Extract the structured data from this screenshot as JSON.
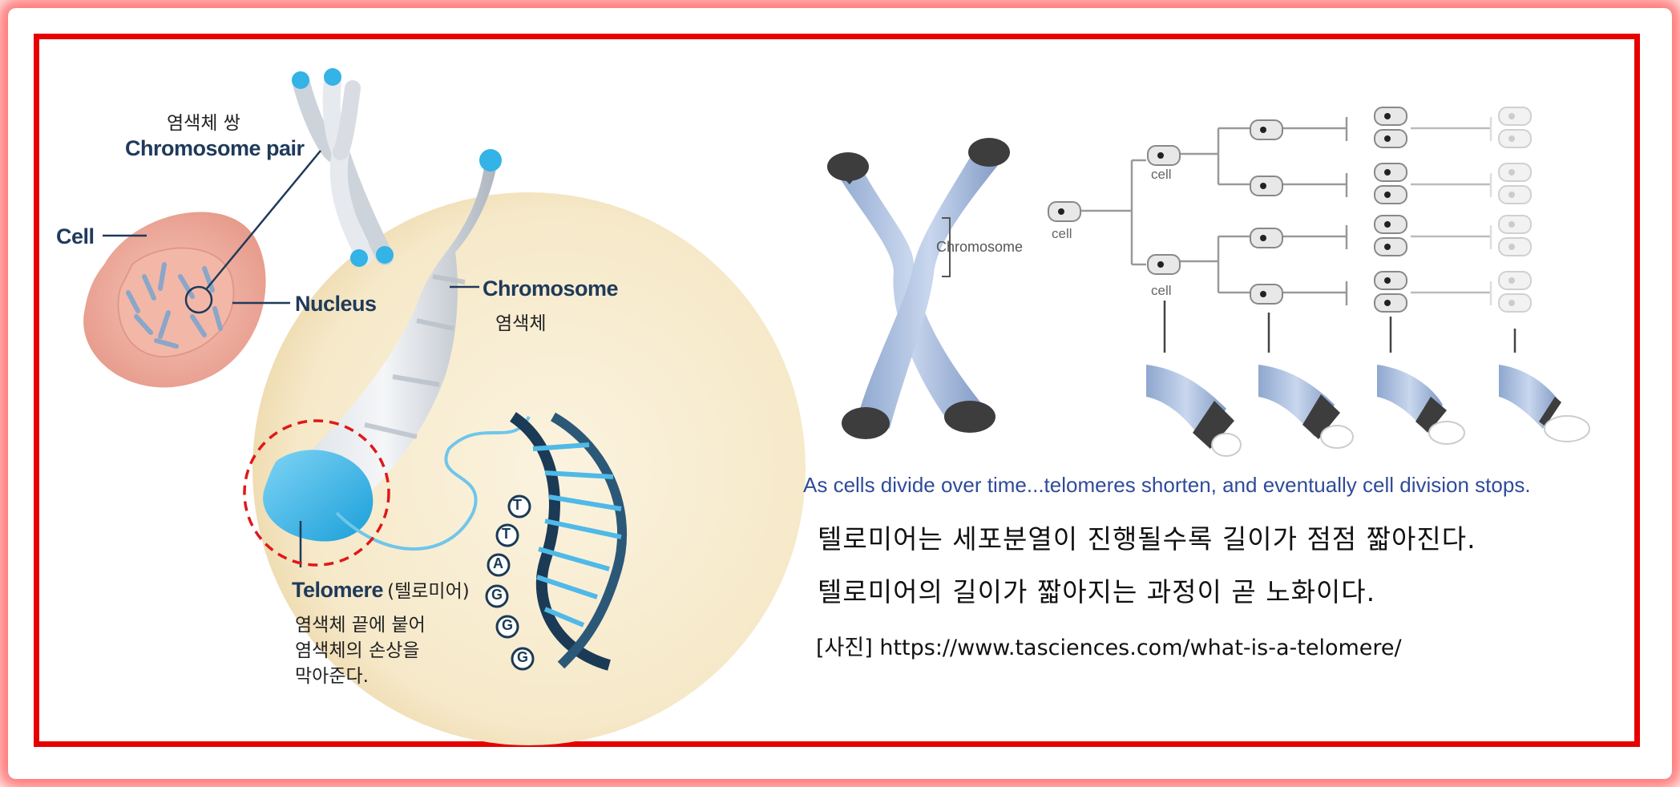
{
  "left_figure": {
    "pair_ko": "염색체 쌍",
    "pair_en": "Chromosome pair",
    "cell": "Cell",
    "nucleus": "Nucleus",
    "chromosome_en": "Chromosome",
    "chromosome_ko": "염색체",
    "telomere_en": "Telomere",
    "telomere_ko": "(텔로미어)",
    "telomere_desc": [
      "염색체 끝에 붙어",
      "염색체의 손상을",
      "막아준다."
    ],
    "bases": [
      "T",
      "T",
      "A",
      "G",
      "G",
      "G"
    ]
  },
  "right_figure": {
    "chromosome_label": "Chromosome",
    "cell_labels": [
      "cell",
      "cell",
      "cell"
    ],
    "caption": "As cells divide over time...telomeres shorten, and eventually cell division stops."
  },
  "text": {
    "line1": "텔로미어는 세포분열이 진행될수록 길이가 점점 짧아진다.",
    "line2": "텔로미어의 길이가 짧아지는 과정이 곧 노화이다.",
    "source": "[사진] https://www.tasciences.com/what-is-a-telomere/"
  },
  "colors": {
    "frame": "#e60000",
    "telomere": "#33b3e6",
    "caption": "#2f4b9a"
  }
}
